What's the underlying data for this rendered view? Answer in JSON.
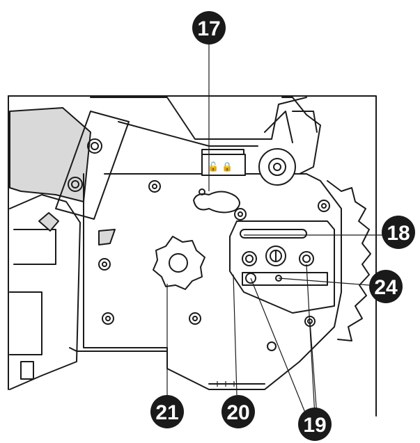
{
  "diagram": {
    "callouts": [
      {
        "id": "17",
        "label": "17"
      },
      {
        "id": "18",
        "label": "18"
      },
      {
        "id": "24",
        "label": "24"
      },
      {
        "id": "21",
        "label": "21"
      },
      {
        "id": "20",
        "label": "20"
      },
      {
        "id": "19",
        "label": "19"
      }
    ],
    "colors": {
      "line": "#1a1a1a",
      "callout_fill": "#1a1a1a",
      "callout_text": "#ffffff",
      "panel_shade": "#d9d9d9"
    }
  }
}
